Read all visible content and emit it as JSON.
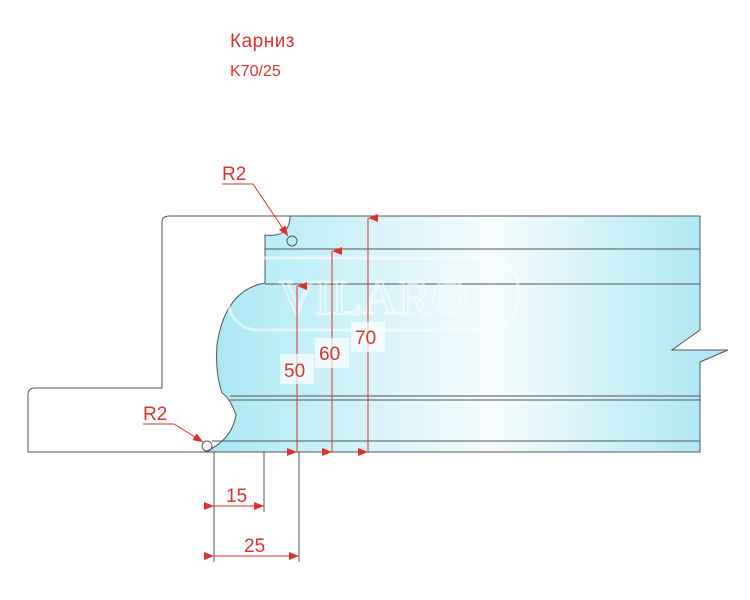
{
  "title": "Карниз",
  "code": "K70/25",
  "watermark": "VILARO",
  "colors": {
    "accent": "#e0302a",
    "outline": "#555555",
    "fill_light": "#d6f4fa",
    "fill_dark": "#9fe6f2"
  },
  "annotations": {
    "radius_top": "R2",
    "radius_bottom": "R2"
  },
  "dimensions": {
    "h50": "50",
    "h60": "60",
    "h70": "70",
    "w15": "15",
    "w25": "25"
  }
}
